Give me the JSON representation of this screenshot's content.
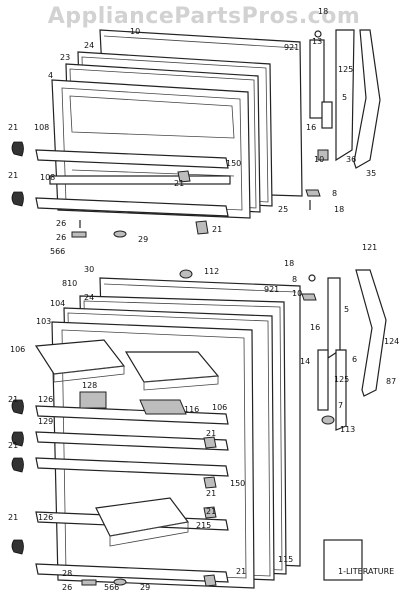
{
  "watermark": "AppliancePartsPros.com",
  "labels": {
    "top_10": "10",
    "top_18a": "18",
    "top_24": "24",
    "top_921": "921",
    "top_13": "13",
    "top_125": "125",
    "top_23": "23",
    "top_4": "4",
    "top_5": "5",
    "top_16": "16",
    "top_21a": "21",
    "top_108a": "108",
    "top_150": "150",
    "top_21b": "21",
    "top_10b": "10",
    "top_36": "36",
    "top_35": "35",
    "top_21c": "21",
    "top_108b": "108",
    "top_8": "8",
    "top_25": "25",
    "top_18b": "18",
    "top_26a": "26",
    "top_26b": "26",
    "top_29": "29",
    "top_21d": "21",
    "top_566": "566",
    "mid_30": "30",
    "mid_112": "112",
    "mid_18": "18",
    "mid_121": "121",
    "mid_810": "810",
    "mid_921": "921",
    "mid_8": "8",
    "mid_10": "10",
    "bot_24": "24",
    "bot_104": "104",
    "bot_103": "103",
    "bot_106a": "106",
    "bot_5": "5",
    "bot_16": "16",
    "bot_124": "124",
    "bot_6": "6",
    "bot_14": "14",
    "bot_87": "87",
    "bot_125": "125",
    "bot_128": "128",
    "bot_21a": "21",
    "bot_126a": "126",
    "bot_116": "116",
    "bot_106b": "106",
    "bot_7": "7",
    "bot_21b": "21",
    "bot_129": "129",
    "bot_21c": "21",
    "bot_113": "113",
    "bot_21d": "21",
    "bot_150": "150",
    "bot_21e": "21",
    "bot_126b": "126",
    "bot_215": "215",
    "bot_21f": "21",
    "bot_115": "115",
    "bot_21g": "21",
    "bot_28": "28",
    "bot_26": "26",
    "bot_566": "566",
    "bot_29": "29",
    "literature": "1-LITERATURE"
  }
}
